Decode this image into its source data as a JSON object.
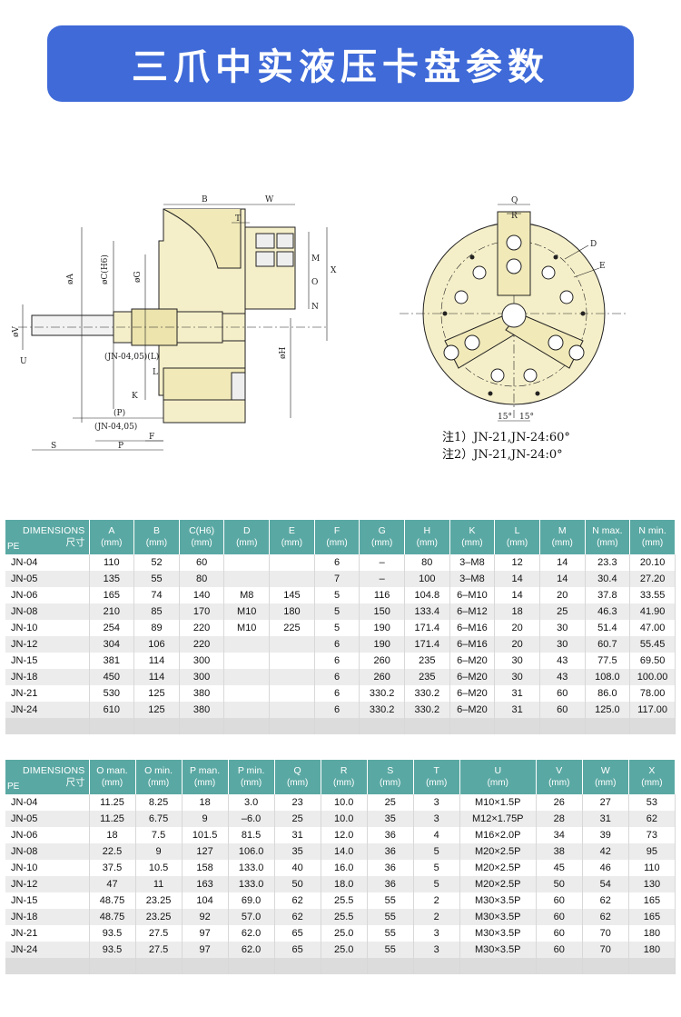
{
  "banner": {
    "title": "三爪中实液压卡盘参数"
  },
  "drawing": {
    "side_labels": [
      "B",
      "W",
      "T",
      "øA",
      "øC(H6)",
      "øG",
      "M",
      "O",
      "X",
      "N",
      "øV",
      "øH",
      "U",
      "(JN-04,05)(L)",
      "L",
      "K",
      "(P)",
      "(JN-04,05)",
      "F",
      "S",
      "P"
    ],
    "front_labels": [
      "Q",
      "R",
      "D",
      "E",
      "15°",
      "15°"
    ],
    "notes": [
      "注1）JN-21,JN-24:60°",
      "注2）JN-21,JN-24:0°"
    ]
  },
  "table1": {
    "corner": {
      "line1": "DIMENSIONS",
      "line2": "尺寸",
      "line3": "PE"
    },
    "headers": [
      [
        "A",
        "(mm)"
      ],
      [
        "B",
        "(mm)"
      ],
      [
        "C(H6)",
        "(mm)"
      ],
      [
        "D",
        "(mm)"
      ],
      [
        "E",
        "(mm)"
      ],
      [
        "F",
        "(mm)"
      ],
      [
        "G",
        "(mm)"
      ],
      [
        "H",
        "(mm)"
      ],
      [
        "K",
        "(mm)"
      ],
      [
        "L",
        "(mm)"
      ],
      [
        "M",
        "(mm)"
      ],
      [
        "N max.",
        "(mm)"
      ],
      [
        "N min.",
        "(mm)"
      ]
    ],
    "rows": [
      [
        "JN-04",
        "110",
        "52",
        "60",
        "",
        "",
        "6",
        "–",
        "80",
        "3–M8",
        "12",
        "14",
        "23.3",
        "20.10"
      ],
      [
        "JN-05",
        "135",
        "55",
        "80",
        "",
        "",
        "7",
        "–",
        "100",
        "3–M8",
        "14",
        "14",
        "30.4",
        "27.20"
      ],
      [
        "JN-06",
        "165",
        "74",
        "140",
        "M8",
        "145",
        "5",
        "116",
        "104.8",
        "6–M10",
        "14",
        "20",
        "37.8",
        "33.55"
      ],
      [
        "JN-08",
        "210",
        "85",
        "170",
        "M10",
        "180",
        "5",
        "150",
        "133.4",
        "6–M12",
        "18",
        "25",
        "46.3",
        "41.90"
      ],
      [
        "JN-10",
        "254",
        "89",
        "220",
        "M10",
        "225",
        "5",
        "190",
        "171.4",
        "6–M16",
        "20",
        "30",
        "51.4",
        "47.00"
      ],
      [
        "JN-12",
        "304",
        "106",
        "220",
        "",
        "",
        "6",
        "190",
        "171.4",
        "6–M16",
        "20",
        "30",
        "60.7",
        "55.45"
      ],
      [
        "JN-15",
        "381",
        "114",
        "300",
        "",
        "",
        "6",
        "260",
        "235",
        "6–M20",
        "30",
        "43",
        "77.5",
        "69.50"
      ],
      [
        "JN-18",
        "450",
        "114",
        "300",
        "",
        "",
        "6",
        "260",
        "235",
        "6–M20",
        "30",
        "43",
        "108.0",
        "100.00"
      ],
      [
        "JN-21",
        "530",
        "125",
        "380",
        "",
        "",
        "6",
        "330.2",
        "330.2",
        "6–M20",
        "31",
        "60",
        "86.0",
        "78.00"
      ],
      [
        "JN-24",
        "610",
        "125",
        "380",
        "",
        "",
        "6",
        "330.2",
        "330.2",
        "6–M20",
        "31",
        "60",
        "125.0",
        "117.00"
      ]
    ]
  },
  "table2": {
    "corner": {
      "line1": "DIMENSIONS",
      "line2": "尺寸",
      "line3": "PE"
    },
    "headers": [
      [
        "O man.",
        "(mm)"
      ],
      [
        "O min.",
        "(mm)"
      ],
      [
        "P man.",
        "(mm)"
      ],
      [
        "P min.",
        "(mm)"
      ],
      [
        "Q",
        "(mm)"
      ],
      [
        "R",
        "(mm)"
      ],
      [
        "S",
        "(mm)"
      ],
      [
        "T",
        "(mm)"
      ],
      [
        "U",
        "(mm)"
      ],
      [
        "V",
        "(mm)"
      ],
      [
        "W",
        "(mm)"
      ],
      [
        "X",
        "(mm)"
      ]
    ],
    "rows": [
      [
        "JN-04",
        "11.25",
        "8.25",
        "18",
        "3.0",
        "23",
        "10.0",
        "25",
        "3",
        "M10×1.5P",
        "26",
        "27",
        "53"
      ],
      [
        "JN-05",
        "11.25",
        "6.75",
        "9",
        "–6.0",
        "25",
        "10.0",
        "35",
        "3",
        "M12×1.75P",
        "28",
        "31",
        "62"
      ],
      [
        "JN-06",
        "18",
        "7.5",
        "101.5",
        "81.5",
        "31",
        "12.0",
        "36",
        "4",
        "M16×2.0P",
        "34",
        "39",
        "73"
      ],
      [
        "JN-08",
        "22.5",
        "9",
        "127",
        "106.0",
        "35",
        "14.0",
        "36",
        "5",
        "M20×2.5P",
        "38",
        "42",
        "95"
      ],
      [
        "JN-10",
        "37.5",
        "10.5",
        "158",
        "133.0",
        "40",
        "16.0",
        "36",
        "5",
        "M20×2.5P",
        "45",
        "46",
        "110"
      ],
      [
        "JN-12",
        "47",
        "11",
        "163",
        "133.0",
        "50",
        "18.0",
        "36",
        "5",
        "M20×2.5P",
        "50",
        "54",
        "130"
      ],
      [
        "JN-15",
        "48.75",
        "23.25",
        "104",
        "69.0",
        "62",
        "25.5",
        "55",
        "2",
        "M30×3.5P",
        "60",
        "62",
        "165"
      ],
      [
        "JN-18",
        "48.75",
        "23.25",
        "92",
        "57.0",
        "62",
        "25.5",
        "55",
        "2",
        "M30×3.5P",
        "60",
        "62",
        "165"
      ],
      [
        "JN-21",
        "93.5",
        "27.5",
        "97",
        "62.0",
        "65",
        "25.0",
        "55",
        "3",
        "M30×3.5P",
        "60",
        "70",
        "180"
      ],
      [
        "JN-24",
        "93.5",
        "27.5",
        "97",
        "62.0",
        "65",
        "25.0",
        "55",
        "3",
        "M30×3.5P",
        "60",
        "70",
        "180"
      ]
    ]
  }
}
